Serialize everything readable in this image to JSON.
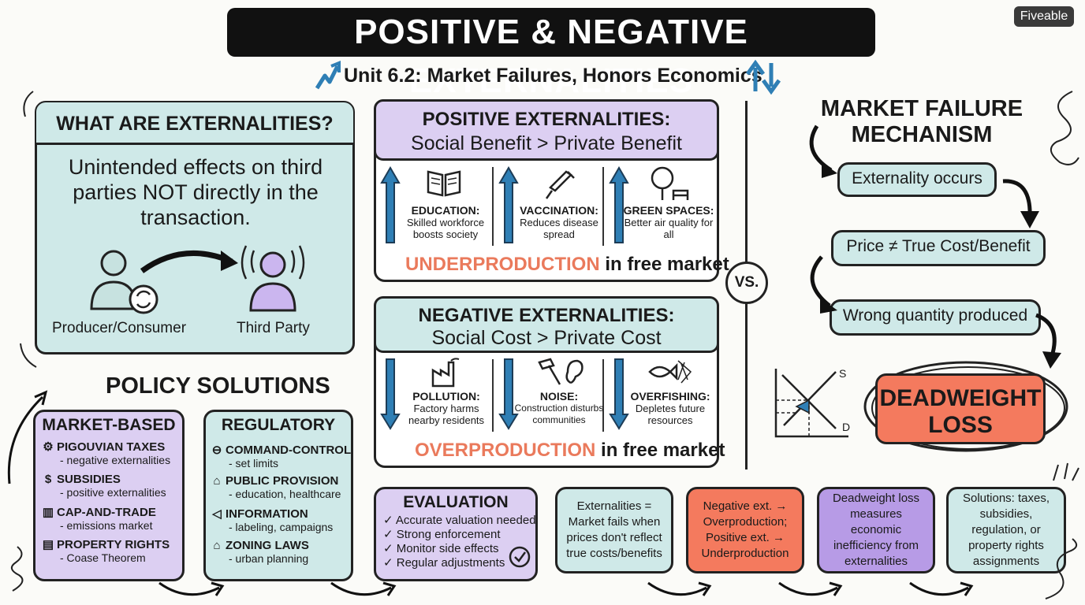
{
  "title": "POSITIVE & NEGATIVE EXTERNALITIES",
  "subtitle": "Unit 6.2: Market Failures, Honors Economics",
  "brand": "Fiveable",
  "what": {
    "heading": "WHAT ARE EXTERNALITIES?",
    "definition": "Unintended effects on third parties NOT directly in the transaction.",
    "left_label": "Producer/Consumer",
    "right_label": "Third Party"
  },
  "positive": {
    "heading_line1": "POSITIVE EXTERNALITIES:",
    "heading_line2": "Social Benefit > Private Benefit",
    "items": [
      {
        "title": "EDUCATION:",
        "desc": "Skilled workforce boosts society",
        "icon": "book-icon"
      },
      {
        "title": "VACCINATION:",
        "desc": "Reduces disease spread",
        "icon": "syringe-icon"
      },
      {
        "title": "GREEN SPACES:",
        "desc": "Better air quality for all",
        "icon": "tree-icon"
      }
    ],
    "result_highlight": "UNDERPRODUCTION",
    "result_rest": " in free market"
  },
  "negative": {
    "heading_line1": "NEGATIVE EXTERNALITIES:",
    "heading_line2": "Social Cost > Private Cost",
    "items": [
      {
        "title": "POLLUTION:",
        "desc": "Factory harms nearby residents",
        "icon": "factory-icon"
      },
      {
        "title": "NOISE:",
        "desc": "Construction disturbs communities",
        "icon": "hammer-ear-icon"
      },
      {
        "title": "OVERFISHING:",
        "desc": "Depletes future resources",
        "icon": "fish-net-icon"
      }
    ],
    "result_highlight": "OVERPRODUCTION",
    "result_rest": " in free market"
  },
  "vs": "VS.",
  "mechanism": {
    "heading_line1": "MARKET FAILURE",
    "heading_line2": "MECHANISM",
    "steps": [
      "Externality occurs",
      "Price ≠ True Cost/Benefit",
      "Wrong quantity produced"
    ],
    "result_line1": "DEADWEIGHT",
    "result_line2": "LOSS",
    "graph_s": "S",
    "graph_d": "D"
  },
  "policy": {
    "heading": "POLICY SOLUTIONS",
    "market": {
      "heading": "MARKET-BASED",
      "items": [
        {
          "title": "PIGOUVIAN TAXES",
          "sub": "- negative externalities",
          "icon": "gear-icon"
        },
        {
          "title": "SUBSIDIES",
          "sub": "- positive externalities",
          "icon": "money-bag-icon"
        },
        {
          "title": "CAP-AND-TRADE",
          "sub": "- emissions market",
          "icon": "bar-chart-icon"
        },
        {
          "title": "PROPERTY RIGHTS",
          "sub": "- Coase Theorem",
          "icon": "document-icon"
        }
      ]
    },
    "regulatory": {
      "heading": "REGULATORY",
      "items": [
        {
          "title": "COMMAND-CONTROL",
          "sub": "- set limits",
          "icon": "no-entry-icon"
        },
        {
          "title": "PUBLIC PROVISION",
          "sub": "- education, healthcare",
          "icon": "school-icon"
        },
        {
          "title": "INFORMATION",
          "sub": "- labeling, campaigns",
          "icon": "megaphone-icon"
        },
        {
          "title": "ZONING LAWS",
          "sub": "- urban planning",
          "icon": "house-icon"
        }
      ]
    }
  },
  "evaluation": {
    "heading": "EVALUATION",
    "items": [
      "Accurate valuation needed",
      "Strong enforcement",
      "Monitor side effects",
      "Regular adjustments"
    ]
  },
  "summary": [
    {
      "text": "Externalities = Market fails when prices don't reflect true costs/benefits",
      "color": "#cfe9e8"
    },
    {
      "text": "Negative ext. → Overproduction; Positive ext. → Underproduction",
      "color": "#f47a5e"
    },
    {
      "text": "Deadweight loss measures economic inefficiency from externalities",
      "color": "#b79be6"
    },
    {
      "text": "Solutions: taxes, subsidies, regulation, or property rights assignments",
      "color": "#cfe9e8"
    }
  ],
  "colors": {
    "teal": "#cfe9e8",
    "purple": "#dccff2",
    "salmon": "#f47a5e",
    "violet": "#b79be6",
    "arrow_blue": "#2f7fb5"
  }
}
